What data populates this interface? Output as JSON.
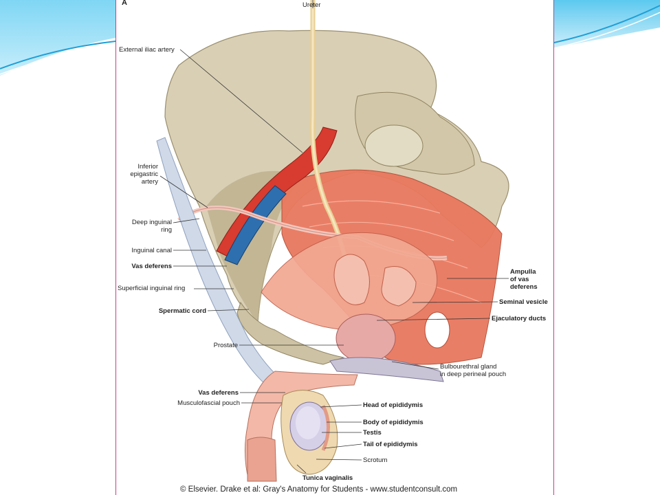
{
  "figure": {
    "panel_letter": "A",
    "credit": "© Elsevier. Drake et al: Gray's Anatomy for Students - www.studentconsult.com"
  },
  "labels": {
    "ureter": "Ureter",
    "external_iliac_artery": "External iliac artery",
    "inferior_epigastric_artery": "Inferior\nepigastric\nartery",
    "deep_inguinal_ring": "Deep inguinal\nring",
    "inguinal_canal": "Inguinal canal",
    "vas_deferens_upper": "Vas deferens",
    "superficial_inguinal_ring": "Superficial inguinal ring",
    "spermatic_cord": "Spermatic cord",
    "prostate": "Prostate",
    "vas_deferens_lower": "Vas deferens",
    "musculofascial_pouch": "Musculofascial pouch",
    "ampulla_of_vas_deferens": "Ampulla\nof vas\ndeferens",
    "seminal_vesicle": "Seminal vesicle",
    "ejaculatory_ducts": "Ejaculatory ducts",
    "bulbourethral_gland": "Bulbourethral gland\nin deep perineal pouch",
    "head_of_epididymis": "Head of epididymis",
    "body_of_epididymis": "Body of epididymis",
    "testis": "Testis",
    "tail_of_epididymis": "Tail of epididymis",
    "scrotum": "Scrotum",
    "tunica_vaginalis": "Tunica vaginalis"
  },
  "colors": {
    "bone": "#d9cfb4",
    "bone_shadow": "#b8ab87",
    "muscle": "#e8785e",
    "artery": "#d83b2f",
    "vein": "#2e6fb0",
    "ureter": "#f1d9a4",
    "frame_border": "#c63d7f",
    "slide_accent": "#3bb7e6"
  }
}
